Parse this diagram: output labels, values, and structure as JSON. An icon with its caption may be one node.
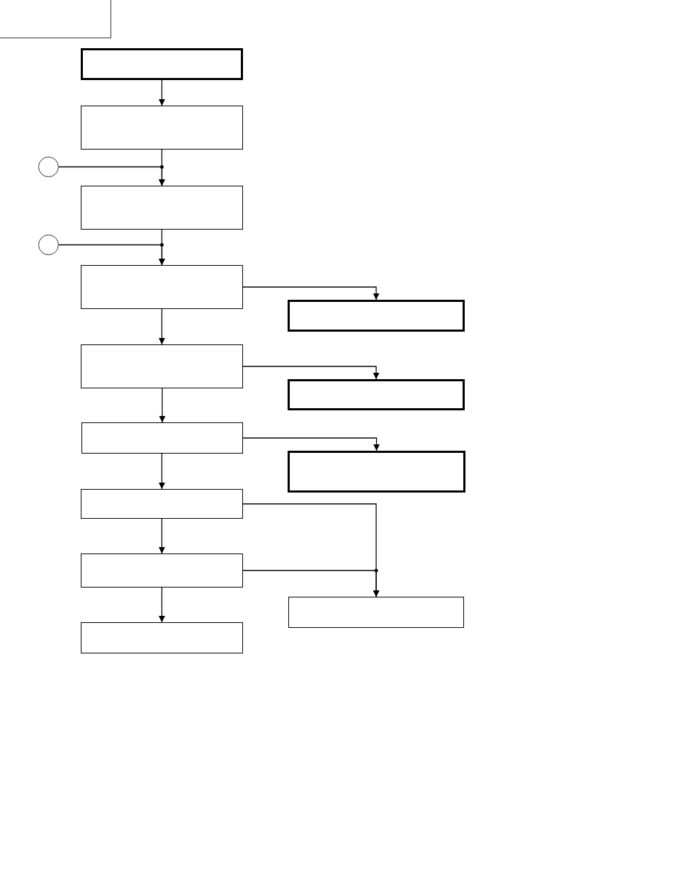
{
  "diagram": {
    "nodes": [
      {
        "text": [],
        "shape": "box"
      },
      {
        "text": [],
        "shape": "box"
      },
      {
        "text": [],
        "shape": "circle"
      },
      {
        "text": [],
        "shape": "box"
      },
      {
        "text": [],
        "shape": "circle"
      },
      {
        "text": [],
        "shape": "box"
      },
      {
        "text": [],
        "shape": "box"
      },
      {
        "text": [],
        "shape": "box"
      },
      {
        "text": [],
        "shape": "box"
      },
      {
        "text": [],
        "shape": "box"
      },
      {
        "text": [],
        "shape": "box"
      },
      {
        "text": [],
        "shape": "box"
      },
      {
        "text": [],
        "shape": "box"
      },
      {
        "text": [],
        "shape": "box"
      },
      {
        "text": [],
        "shape": "box"
      }
    ],
    "edges": [
      {
        "from": 0,
        "to": 1,
        "arrow": "to"
      },
      {
        "from": 1,
        "to": 3,
        "arrow": "to"
      },
      {
        "from": 2,
        "to": 3,
        "arrow": "to"
      },
      {
        "from": 3,
        "to": 5,
        "arrow": "to"
      },
      {
        "from": 4,
        "to": 5,
        "arrow": "to"
      },
      {
        "from": 5,
        "to": 6,
        "arrow": "to"
      },
      {
        "from": 5,
        "to": 7,
        "arrow": "to"
      },
      {
        "from": 7,
        "to": 8,
        "arrow": "to"
      },
      {
        "from": 7,
        "to": 9,
        "arrow": "to"
      },
      {
        "from": 9,
        "to": 10,
        "arrow": "to"
      },
      {
        "from": 9,
        "to": 11,
        "arrow": "to"
      },
      {
        "from": 11,
        "to": 13,
        "arrow": "to"
      },
      {
        "from": 11,
        "to": 12,
        "arrow": "to"
      },
      {
        "from": 12,
        "to": 13,
        "arrow": "to"
      },
      {
        "from": 12,
        "to": 14,
        "arrow": "to"
      }
    ]
  }
}
